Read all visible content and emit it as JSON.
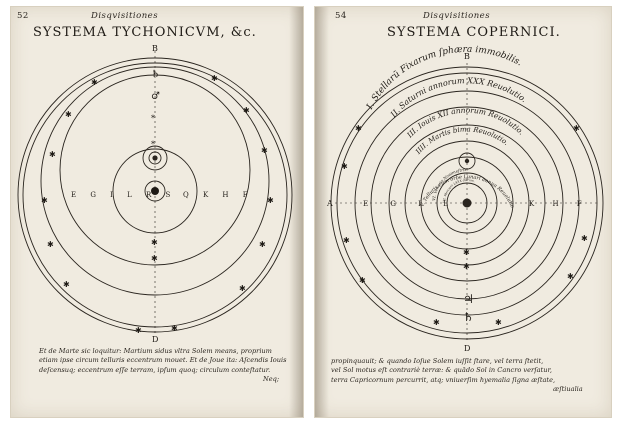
{
  "left": {
    "page_number": "52",
    "running_head": "Disqvisitiones",
    "title": "SYSTEMA TYCHONICVM, &c.",
    "top_letter": "B",
    "bottom_letter": "D",
    "axis_left_letters": "E G I L R S",
    "axis_right_letters": "Q K H F",
    "caption_lines": [
      "Et de Marte sic loquitur: Martium sidus vltra Solem means, proprium",
      "etiam ipse circum telluris eccentrum mouet. Et de Joue ita: Aſcendis Iouis",
      "deſcensuq; eccentrum eſſe terram, ipſum quoq; circulum conteſtatur."
    ],
    "catchword": "Neq;"
  },
  "right": {
    "page_number": "54",
    "running_head": "Disqvisitiones",
    "title": "SYSTEMA COPERNICI.",
    "top_letter": "B",
    "bottom_letter": "D",
    "left_letter": "A",
    "axis_left_letters": "E G I L",
    "axis_right_letters": "K H F",
    "ring_labels": [
      "I. Stellarū Fixarum ſphæra immobilis.",
      "II. Saturni annorum XXX Reuolutio.",
      "III. Iouis XII annorum Reuolutio.",
      "IIII. Martis bima Reuolutio.",
      "V. Telluris cum orbe Lunari annua Reuolutio.",
      "VI. Veneris Nonimeſtris.",
      "VII. Mercurii LXXX dierum."
    ],
    "caption_lines": [
      "propinquauit; & quando Ioſue Solem iuſſit ſtare, vel terra ſtetit,",
      "vel Sol motus eſt contrariè terræ: & quādo Sol in Cancro verſatur,",
      "terra Capricornum percurrit, atq; vniuerſim hyemalia ſigna æſtate,"
    ],
    "catchword": "æſtiualia"
  }
}
